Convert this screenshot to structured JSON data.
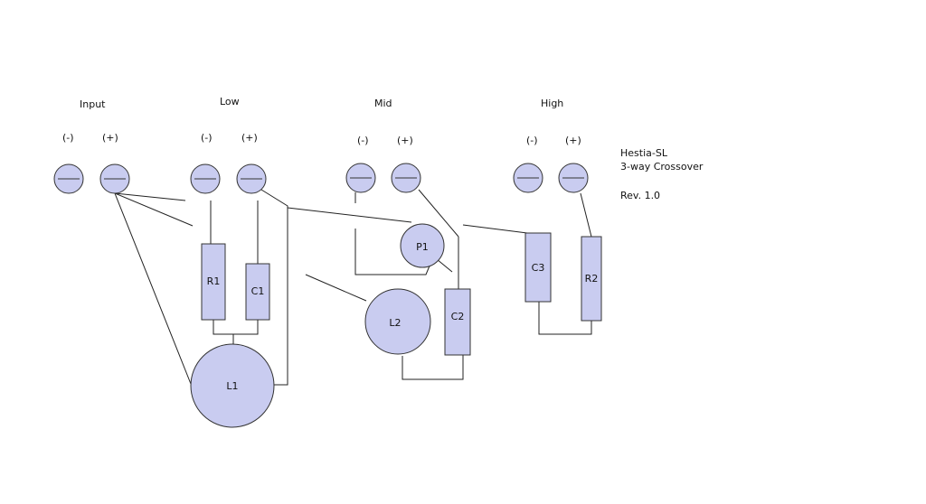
{
  "groups": {
    "input": "Input",
    "low": "Low",
    "mid": "Mid",
    "high": "High"
  },
  "polarity": {
    "neg": "(-)",
    "pos": "(+)"
  },
  "title_block": {
    "name": "Hestia-SL",
    "subtitle": "3-way Crossover",
    "revision": "Rev. 1.0"
  },
  "components": {
    "R1": "R1",
    "C1": "C1",
    "L1": "L1",
    "P1": "P1",
    "L2": "L2",
    "C2": "C2",
    "C3": "C3",
    "R2": "R2"
  },
  "colors": {
    "component_fill": "#c9ccf0",
    "stroke": "#333333"
  }
}
